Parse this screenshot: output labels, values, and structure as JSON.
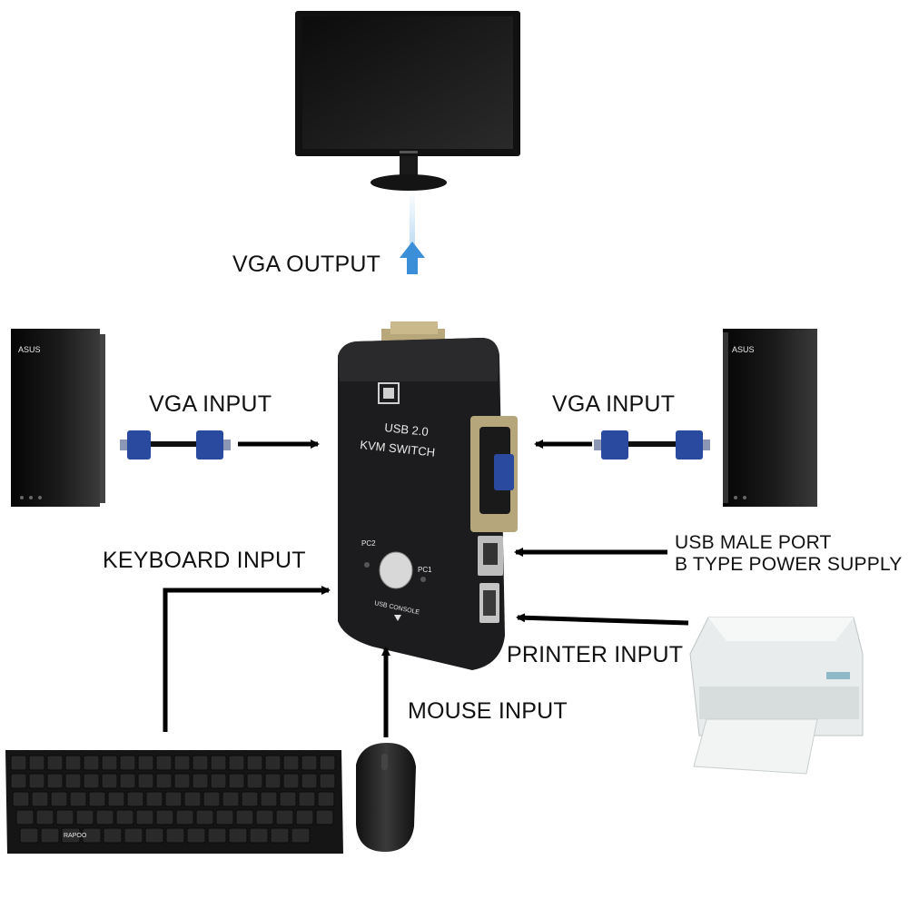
{
  "labels": {
    "vga_output": "VGA OUTPUT",
    "vga_input_left": "VGA INPUT",
    "vga_input_right": "VGA INPUT",
    "keyboard_input": "KEYBOARD INPUT",
    "mouse_input": "MOUSE INPUT",
    "printer_input": "PRINTER INPUT",
    "usb_male_port_line1": "USB MALE PORT",
    "usb_male_port_line2": "B TYPE POWER SUPPLY"
  },
  "device": {
    "title_line1": "USB 2.0",
    "title_line2": "KVM SWITCH",
    "pc1": "PC1",
    "pc2": "PC2",
    "usb_console": "USB CONSOLE"
  },
  "colors": {
    "arrow_up": "#3a8fd8",
    "device_body": "#1c1c1e",
    "vga_connector": "#2a4aa0"
  }
}
